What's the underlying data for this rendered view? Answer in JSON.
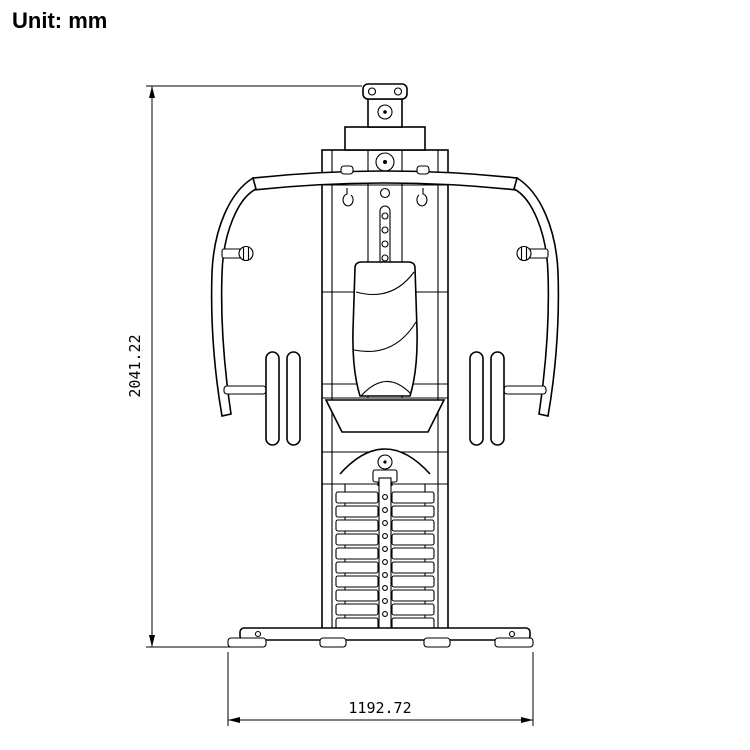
{
  "header": {
    "unit_label": "Unit: mm"
  },
  "dimensions": {
    "height_mm": "2041.22",
    "width_mm": "1192.72"
  },
  "figure": {
    "description": "Front view technical line drawing of a home gym multi-station machine with press arms, seat back pad and weight stack"
  },
  "colors": {
    "line": "#000000",
    "background": "#ffffff"
  }
}
